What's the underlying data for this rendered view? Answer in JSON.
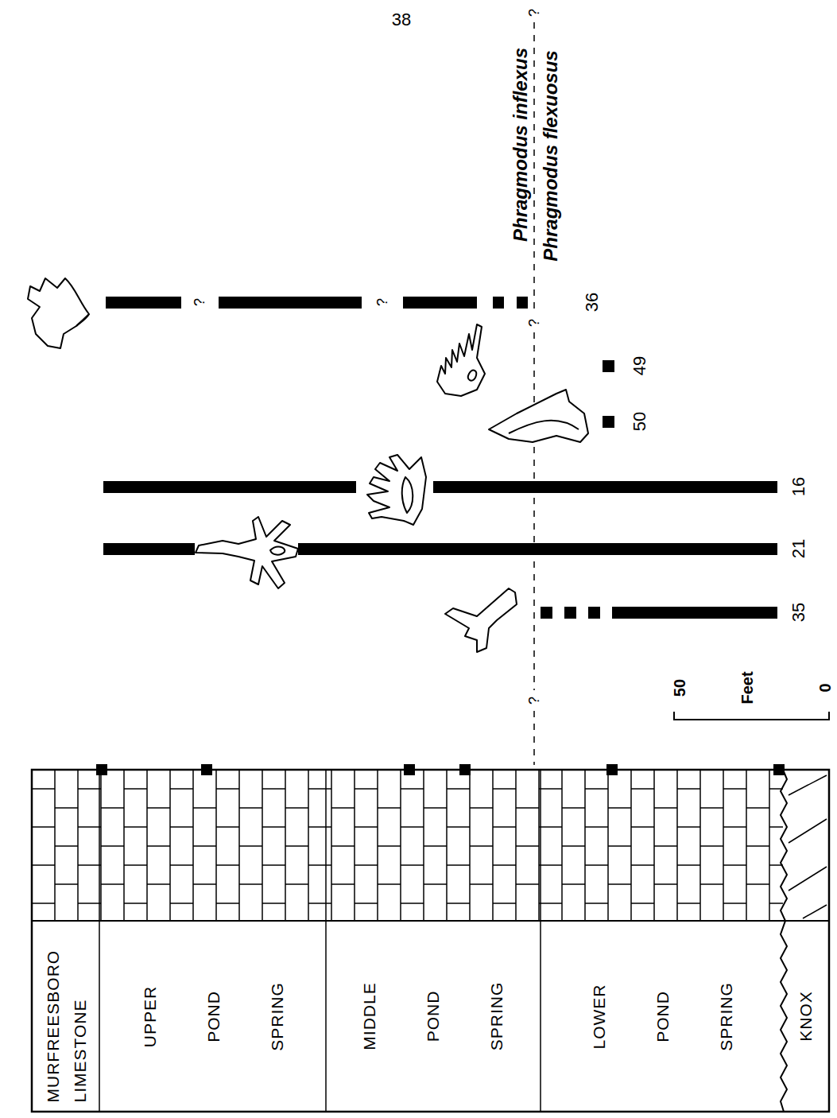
{
  "diagram": {
    "nodes": [
      {
        "text": [
          "MURFREESBORO LIMESTONE"
        ]
      },
      {
        "text": [
          "UPPER POND SPRING"
        ]
      },
      {
        "text": [
          "MIDDLE POND SPRING"
        ]
      },
      {
        "text": [
          "LOWER POND SPRING"
        ]
      },
      {
        "text": [
          "KNOX"
        ]
      }
    ],
    "labels": [
      "38",
      "Phragmodus inflexus",
      "Phragmodus flexuosus",
      "?",
      "?",
      "36",
      "?",
      "?",
      "49",
      "50",
      "16",
      "21",
      "35",
      "?",
      "50",
      "Feet",
      "0"
    ]
  }
}
